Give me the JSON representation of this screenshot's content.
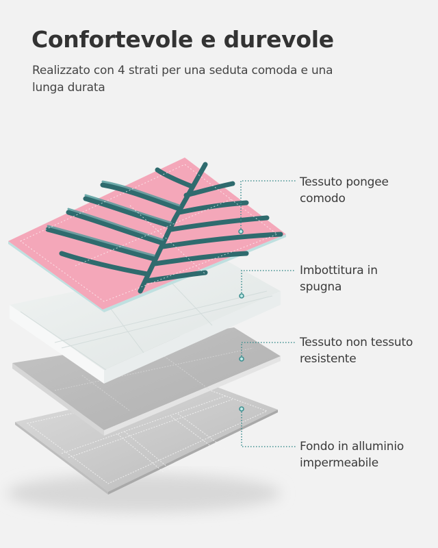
{
  "header": {
    "title": "Confortevole e durevole",
    "subtitle": "Realizzato con 4 strati per una seduta comoda e una lunga durata"
  },
  "layers": [
    {
      "name": "top-fabric",
      "label_line1": "Tessuto pongee",
      "label_line2": "comodo",
      "color": "#f4a7b9",
      "pattern_color": "#2f6b6e"
    },
    {
      "name": "foam-padding",
      "label_line1": "Imbottitura in",
      "label_line2": "spugna",
      "color": "#e8eceb"
    },
    {
      "name": "non-woven",
      "label_line1": "Tessuto non tessuto",
      "label_line2": "resistente",
      "color": "#bdbdbd"
    },
    {
      "name": "aluminium-bottom",
      "label_line1": "Fondo in alluminio",
      "label_line2": "impermeabile",
      "color": "#c9c9c9"
    }
  ],
  "colors": {
    "background": "#f2f2f2",
    "leader_line": "#3f8f90",
    "title": "#333333",
    "text": "#444444"
  }
}
